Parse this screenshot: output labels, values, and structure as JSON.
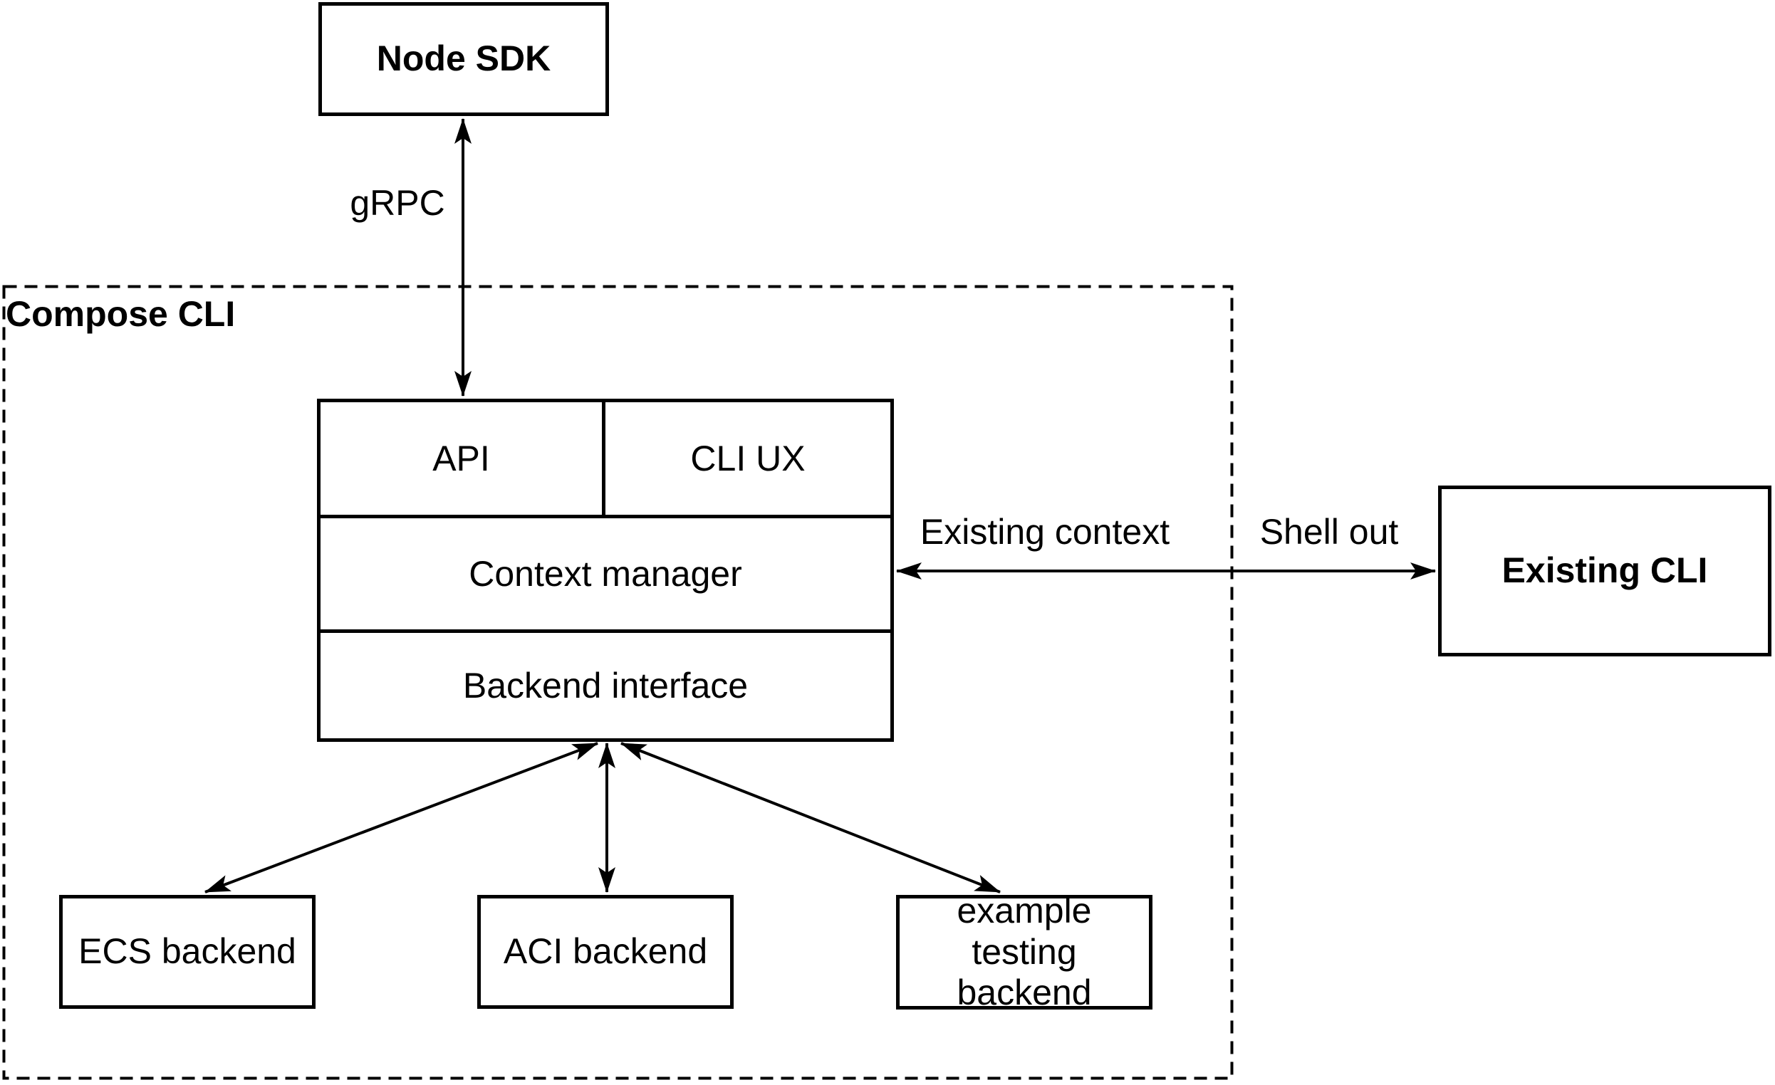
{
  "nodes": {
    "node_sdk": {
      "label": "Node SDK"
    },
    "api": {
      "label": "API"
    },
    "cli_ux": {
      "label": "CLI UX"
    },
    "context_manager": {
      "label": "Context manager"
    },
    "backend_interface": {
      "label": "Backend interface"
    },
    "existing_cli": {
      "label": "Existing CLI"
    },
    "ecs_backend": {
      "label": "ECS backend"
    },
    "aci_backend": {
      "label": "ACI backend"
    },
    "example_testing_backend": {
      "label": "example testing backend"
    }
  },
  "containers": {
    "compose_cli": {
      "label": "Compose CLI"
    }
  },
  "edges": {
    "grpc": {
      "label": "gRPC"
    },
    "existing_context": {
      "label": "Existing context"
    },
    "shell_out": {
      "label": "Shell out"
    }
  },
  "colors": {
    "stroke": "#000000",
    "background": "#ffffff"
  }
}
